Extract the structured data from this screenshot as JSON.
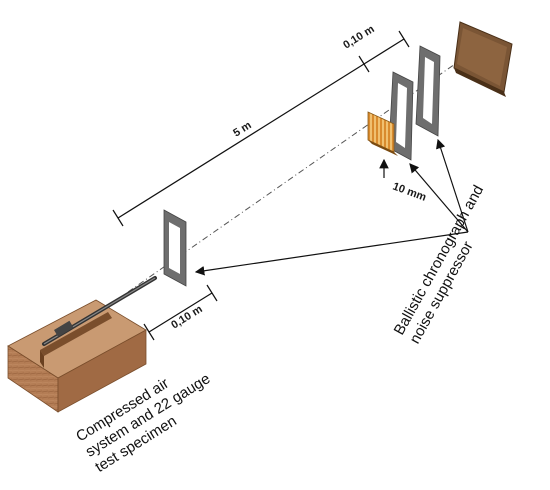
{
  "labels": {
    "distance_main": "5 m",
    "gap_top": "0,10 m",
    "gap_bottom": "0,10 m",
    "sample_gap": "10 mm"
  },
  "captions": {
    "launcher": [
      "Compressed air",
      "system and 22 gauge",
      "test specimen"
    ],
    "chronograph": [
      "Ballistic chronograph and",
      "noise suppressor"
    ]
  },
  "colors": {
    "wood": "#b07a52",
    "wood_dark": "#8a5a36",
    "frame": "#6e6e6e",
    "frame_light": "#9a9a9a",
    "target": "#6b4a2c",
    "sample": "#e0a83a"
  }
}
